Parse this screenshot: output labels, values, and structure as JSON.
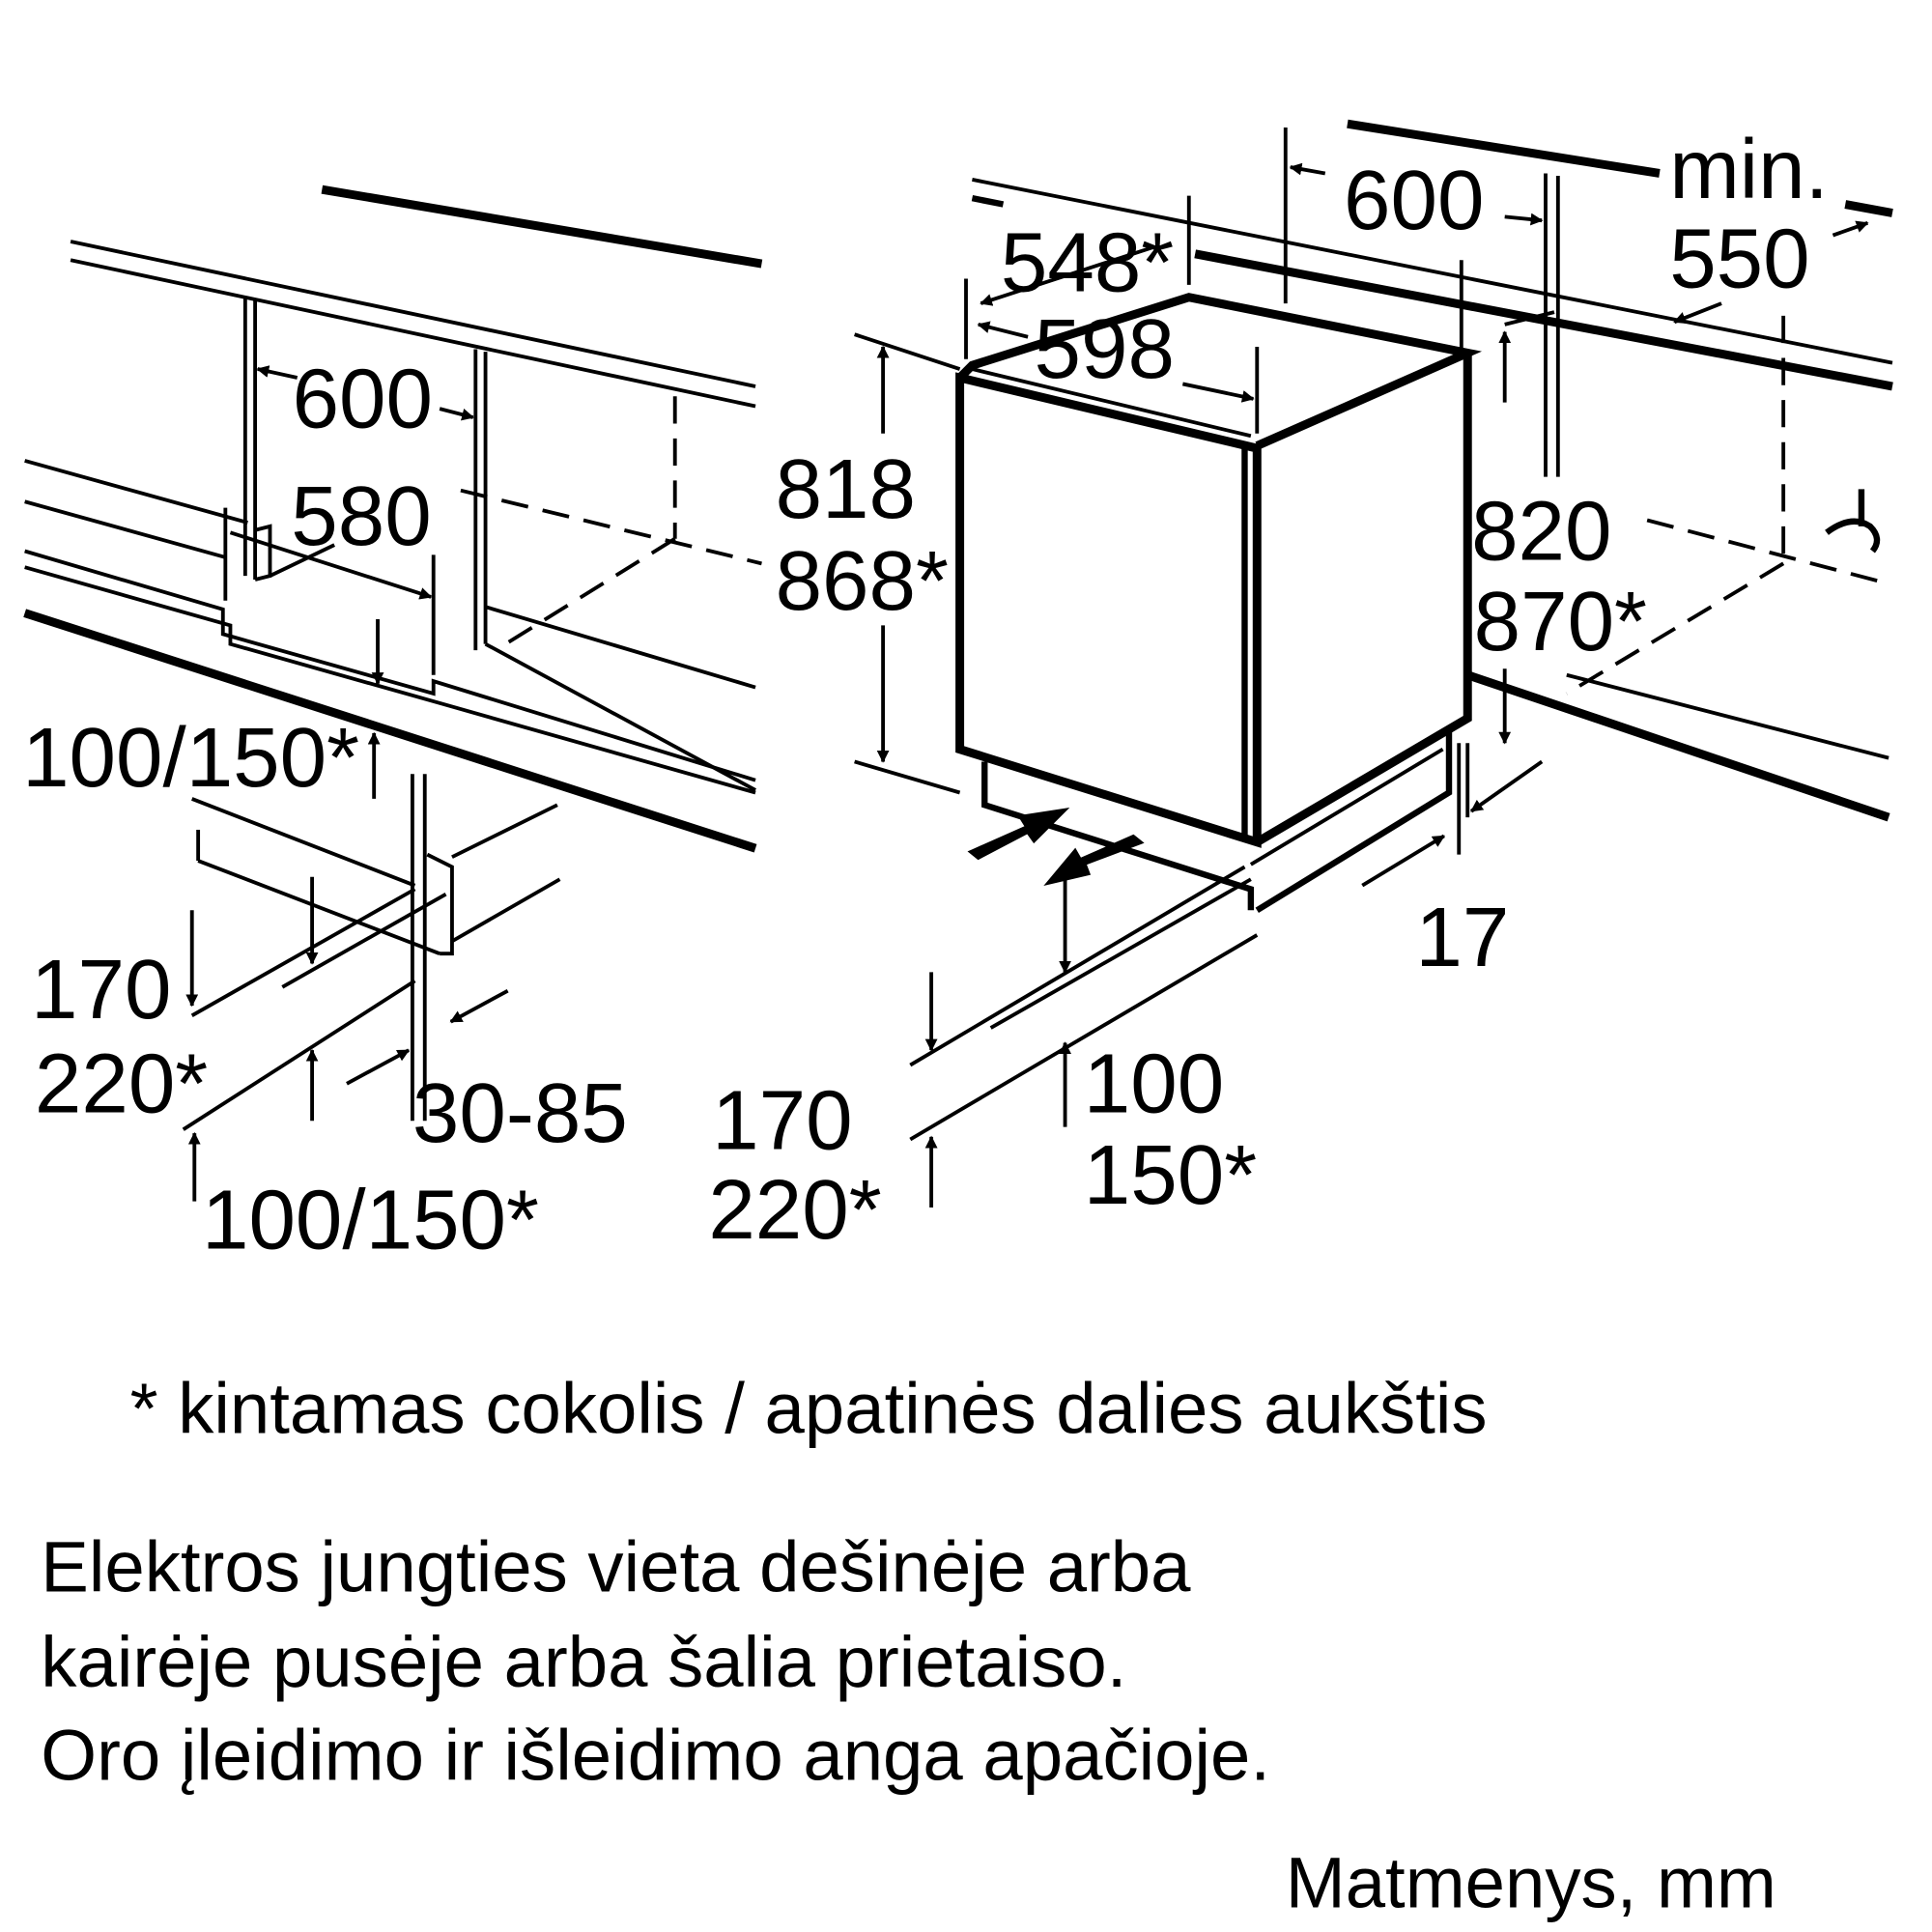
{
  "left_view": {
    "width_600": "600",
    "depth_580": "580",
    "plinth_top": "100/150*",
    "plinth_170": "170",
    "plinth_220": "220*",
    "gap": "30-85",
    "plinth_bottom": "100/150*"
  },
  "right_view": {
    "width_600": "600",
    "min_label": "min.",
    "min_550": "550",
    "depth_548": "548*",
    "width_598": "598",
    "height_818": "818",
    "height_868": "868*",
    "height_820": "820",
    "height_870": "870*",
    "offset_17": "17",
    "plinth_100": "100",
    "plinth_150": "150*",
    "plinth_170": "170",
    "plinth_220": "220*"
  },
  "footnote": "* kintamas cokolis / apatinės dalies aukštis",
  "notes": [
    "Elektros jungties vieta dešinėje arba",
    "kairėje pusėje arba šalia prietaiso.",
    "Oro įleidimo ir išleidimo anga apačioje."
  ],
  "units": "Matmenys, mm"
}
